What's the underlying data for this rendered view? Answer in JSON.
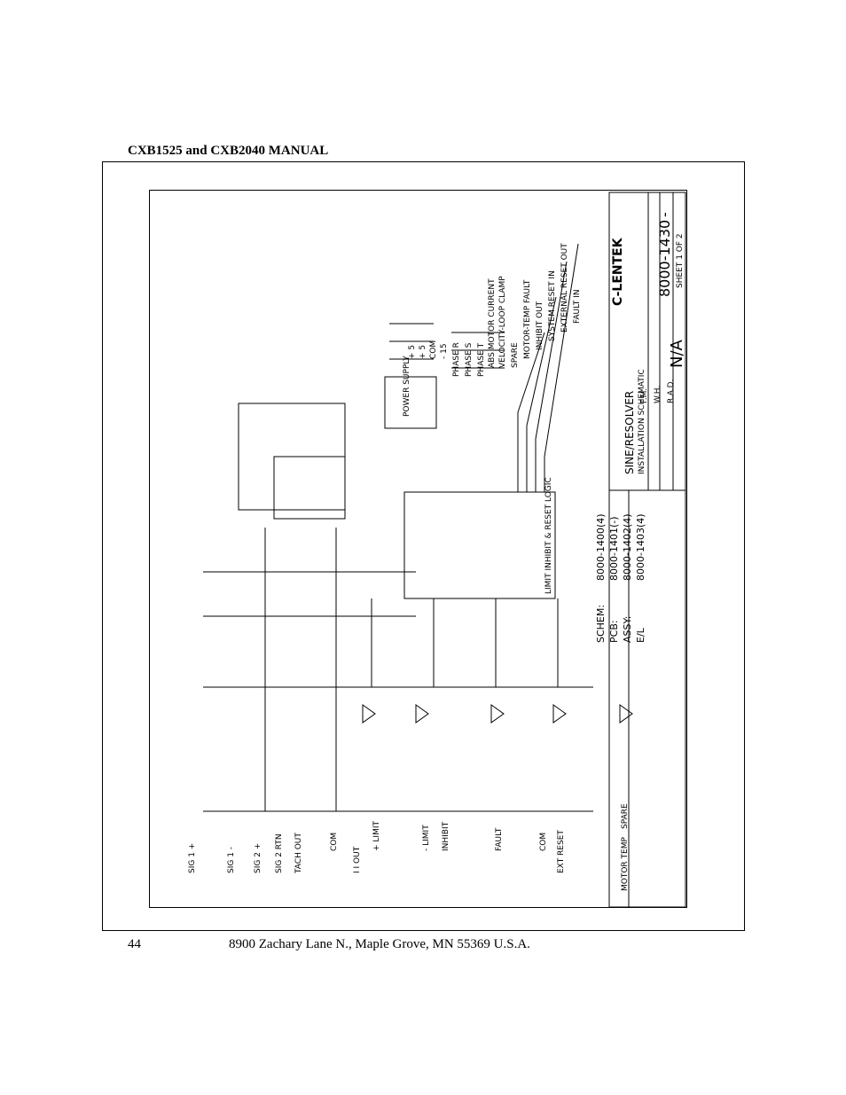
{
  "header": {
    "title": "CXB1525 and CXB2040 MANUAL"
  },
  "footer": {
    "page_number": "44",
    "address": "8900 Zachary Lane N., Maple Grove, MN 55369 U.S.A."
  },
  "schematic": {
    "left_inputs": [
      "SIG 1 +",
      "SIG 1 -",
      "SIG 2 +",
      "SIG 2 RTN",
      "TACH OUT",
      "COM",
      "I I OUT"
    ],
    "bottom_inputs": [
      "+ LIMIT",
      "- LIMIT",
      "INHIBIT",
      "FAULT",
      "COM",
      "EXT RESET",
      "MOTOR TEMP",
      "SPARE"
    ],
    "supply_labels": [
      "+ 5",
      "+ 5",
      "COM",
      "- 15"
    ],
    "signal_labels": [
      "PHASE R",
      "PHASE S",
      "PHASE T",
      "ABS MOTOR CURRENT",
      "VELOCITY-LOOP CLAMP",
      "SPARE",
      "MOTOR-TEMP FAULT",
      "INHIBIT OUT",
      "SYSTEM RESET IN",
      "EXTERNAL RESET OUT",
      "FAULT IN"
    ],
    "power_supply_label": "POWER SUPPLY",
    "logic_block_label": "LIMIT INHIBIT & RESET LOGIC",
    "doc_refs": {
      "schem": "8000-1400(4)",
      "pcb": "8000-1401(-)",
      "assy": "8000-1402(4)",
      "el": "8000-1403(4)"
    },
    "doc_ref_labels": [
      "SCHEM:",
      "PCB:",
      "ASSY:",
      "E/L"
    ],
    "title_block": {
      "company": "C-LENTEK",
      "title": "SINE/RESOLVER",
      "subtitle": "INSTALLATION SCHEMATIC",
      "drawing_number": "8000-1430",
      "rev": "-",
      "sheet": "SHEET 1 OF 2",
      "scale": "N/A",
      "drawn": "F.M.",
      "checked": "W.H.",
      "approved": "R.A.D."
    }
  }
}
